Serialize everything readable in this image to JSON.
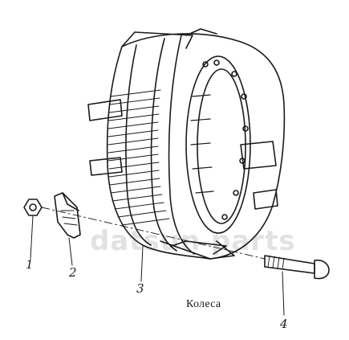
{
  "caption": "Колеса",
  "watermark": "datsun parts",
  "callouts": [
    {
      "id": "1",
      "label": "1"
    },
    {
      "id": "2",
      "label": "2"
    },
    {
      "id": "3",
      "label": "3"
    },
    {
      "id": "4",
      "label": "4"
    }
  ],
  "colors": {
    "ink": "#1a1a1a",
    "paper": "#ffffff",
    "watermark": "#d6d6d6"
  }
}
